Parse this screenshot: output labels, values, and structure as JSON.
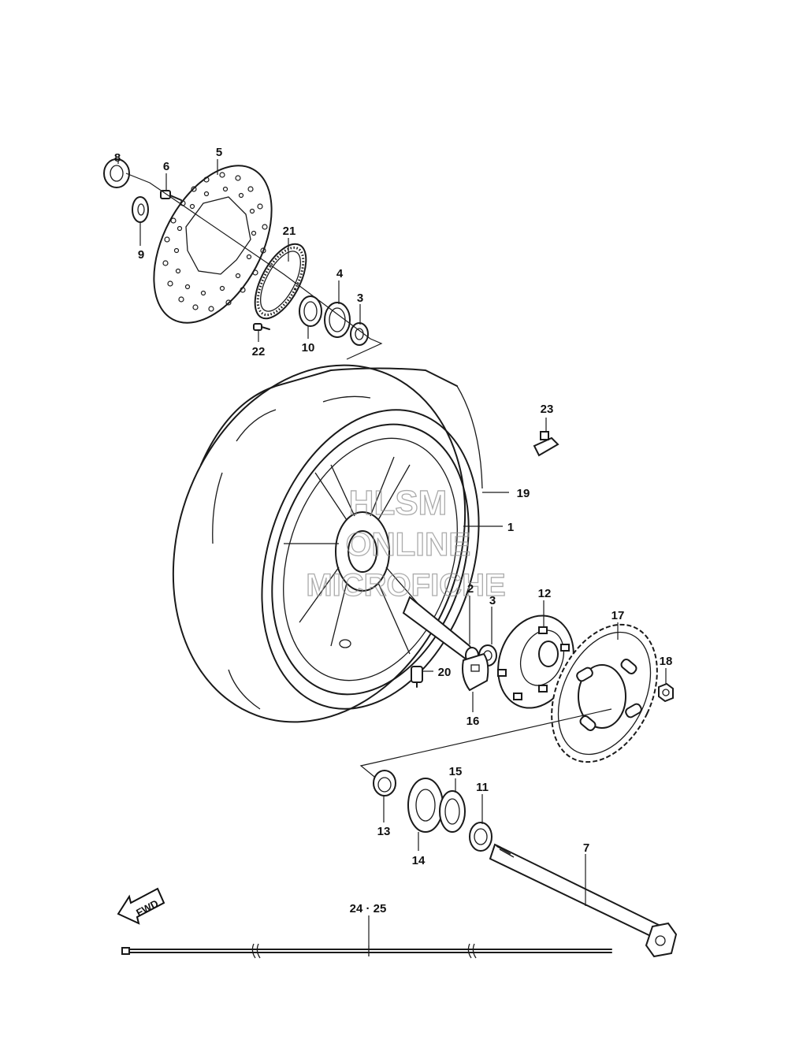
{
  "watermark": {
    "line1": "HLSM",
    "line2": "ONLINE",
    "line3": "MICROFICHE"
  },
  "fwd_label": "FWD",
  "callouts": {
    "c1": "1",
    "c2": "2",
    "c3a": "3",
    "c3b": "3",
    "c4": "4",
    "c5": "5",
    "c6": "6",
    "c7": "7",
    "c8": "8",
    "c9": "9",
    "c10": "10",
    "c11": "11",
    "c12": "12",
    "c13": "13",
    "c14": "14",
    "c15": "15",
    "c16": "16",
    "c17": "17",
    "c18": "18",
    "c19": "19",
    "c20": "20",
    "c21": "21",
    "c22": "22",
    "c23": "23",
    "c24_25": "24 · 25"
  }
}
